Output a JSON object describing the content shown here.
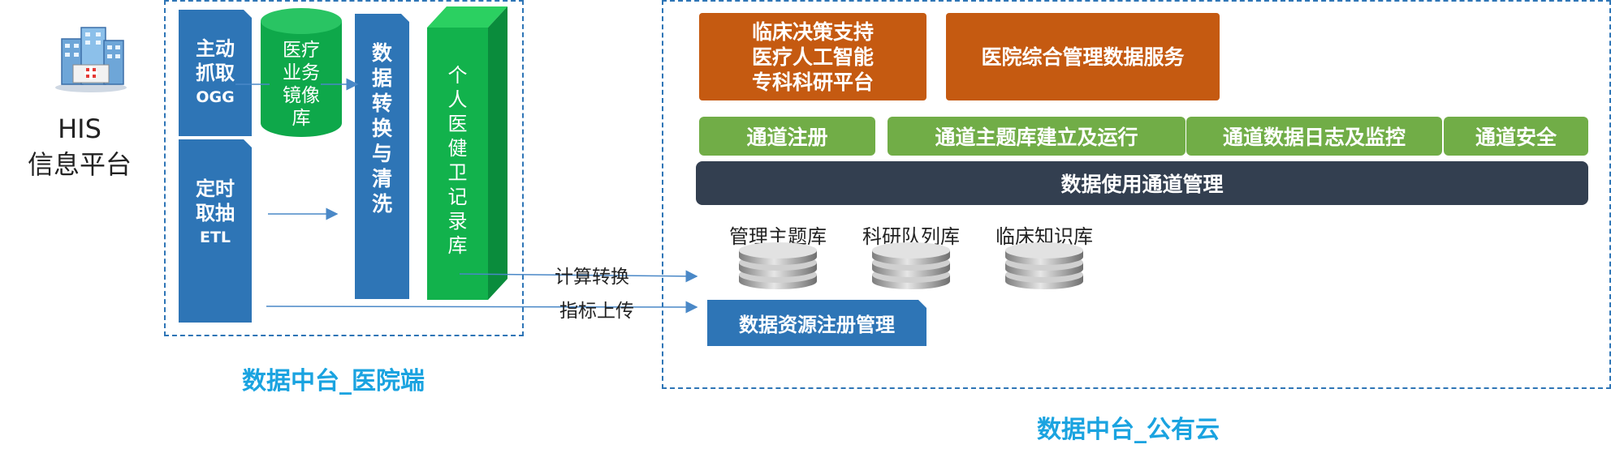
{
  "his": {
    "line1": "HIS",
    "line2": "信息平台"
  },
  "hospital": {
    "caption": "数据中台_医院端",
    "active_fetch": {
      "line1": "主动",
      "line2": "抓取",
      "line3": "OGG"
    },
    "scheduled_fetch": {
      "line1": "定时",
      "line2": "取抽",
      "line3": "ETL"
    },
    "mirror_db": {
      "line1": "医疗",
      "line2": "业务",
      "line3": "镜像",
      "line4": "库"
    },
    "transform_chars": [
      "数",
      "据",
      "转",
      "换",
      "与",
      "清",
      "洗"
    ],
    "record_chars": [
      "个",
      "人",
      "医",
      "健",
      "卫",
      "记",
      "录",
      "库"
    ]
  },
  "flows": {
    "compute": "计算转换",
    "metrics": "指标上传"
  },
  "cloud": {
    "caption": "数据中台_公有云",
    "orange_left": {
      "line1": "临床决策支持",
      "line2": "医疗人工智能",
      "line3": "专科科研平台"
    },
    "orange_right": "医院综合管理数据服务",
    "green_items": [
      "通道注册",
      "通道主题库建立及运行",
      "通道数据日志及监控",
      "通道安全"
    ],
    "channel_bar": "数据使用通道管理",
    "databases": [
      "管理主题库",
      "科研队列库",
      "临床知识库"
    ],
    "registry": "数据资源注册管理"
  },
  "colors": {
    "blue": "#2e75b6",
    "green_light": "#71ad47",
    "green_solid": "#0ea84a",
    "orange": "#c55a11",
    "dark_bar": "#333f50",
    "caption": "#1aa3e0"
  }
}
